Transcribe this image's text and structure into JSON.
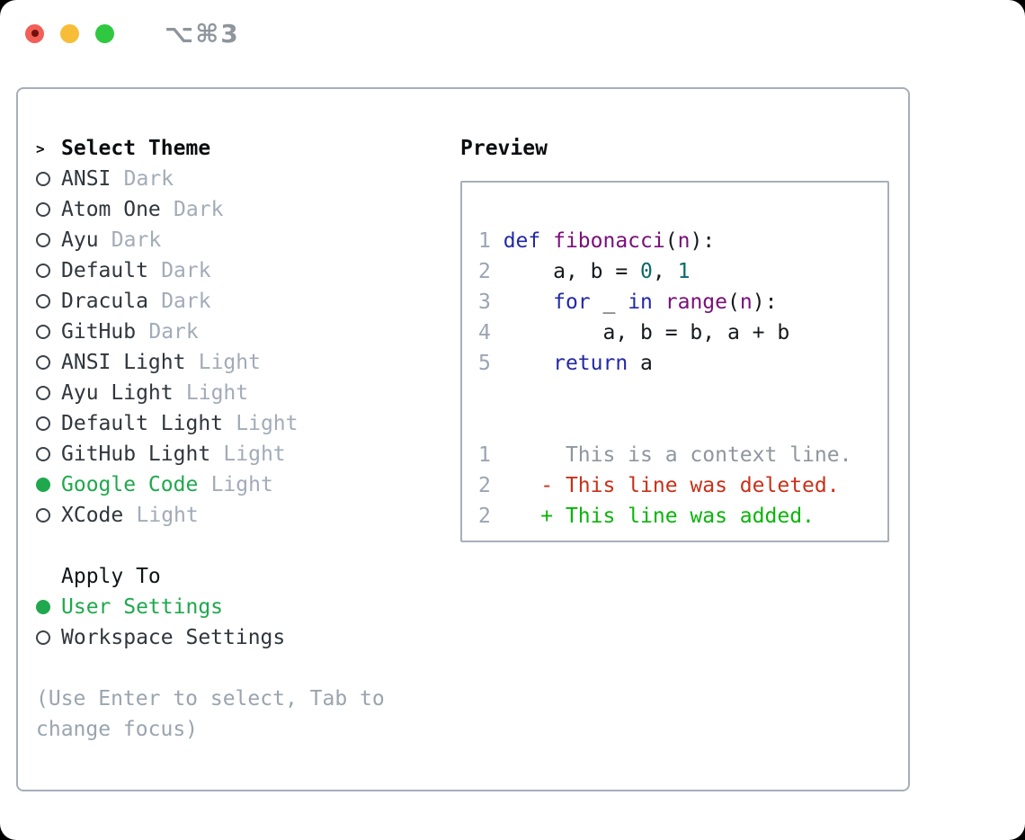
{
  "window": {
    "shortcut": "⌥⌘3"
  },
  "colors": {
    "selection_green": "#1fa84d",
    "diff_added_green": "#09b509",
    "diff_deleted_red": "#c93018",
    "keyword_blue": "#2229a6",
    "type_purple": "#7a0e7a",
    "literal_teal": "#0a6a6a",
    "muted_gray": "#9aa4af",
    "panel_border_gray": "#a7afba",
    "traffic_red": "#f25f57",
    "traffic_yellow": "#f8bd38",
    "traffic_green": "#2fc840"
  },
  "theme_picker": {
    "cursor": ">",
    "title": "Select Theme",
    "items": [
      {
        "label": "ANSI",
        "variant": "Dark",
        "selected": false
      },
      {
        "label": "Atom One",
        "variant": "Dark",
        "selected": false
      },
      {
        "label": "Ayu",
        "variant": "Dark",
        "selected": false
      },
      {
        "label": "Default",
        "variant": "Dark",
        "selected": false
      },
      {
        "label": "Dracula",
        "variant": "Dark",
        "selected": false
      },
      {
        "label": "GitHub",
        "variant": "Dark",
        "selected": false
      },
      {
        "label": "ANSI Light",
        "variant": "Light",
        "selected": false
      },
      {
        "label": "Ayu Light",
        "variant": "Light",
        "selected": false
      },
      {
        "label": "Default Light",
        "variant": "Light",
        "selected": false
      },
      {
        "label": "GitHub Light",
        "variant": "Light",
        "selected": false
      },
      {
        "label": "Google Code",
        "variant": "Light",
        "selected": true
      },
      {
        "label": "XCode",
        "variant": "Light",
        "selected": false
      }
    ],
    "apply_to": {
      "title": "Apply To",
      "options": [
        {
          "label": "User Settings",
          "selected": true
        },
        {
          "label": "Workspace Settings",
          "selected": false
        }
      ]
    },
    "hint": "(Use Enter to select, Tab to change focus)"
  },
  "preview": {
    "title": "Preview",
    "lines": [
      {
        "n": "1",
        "segs": [
          {
            "t": "def ",
            "c": "kwd"
          },
          {
            "t": "fibonacci",
            "c": "typ"
          },
          {
            "t": "(",
            "c": "pln"
          },
          {
            "t": "n",
            "c": "typ"
          },
          {
            "t": "):",
            "c": "pln"
          }
        ]
      },
      {
        "n": "2",
        "segs": [
          {
            "t": "    a, b = ",
            "c": "pln"
          },
          {
            "t": "0",
            "c": "lit"
          },
          {
            "t": ", ",
            "c": "pln"
          },
          {
            "t": "1",
            "c": "lit"
          }
        ]
      },
      {
        "n": "3",
        "segs": [
          {
            "t": "    ",
            "c": "pln"
          },
          {
            "t": "for",
            "c": "kwd"
          },
          {
            "t": " _ ",
            "c": "pln"
          },
          {
            "t": "in",
            "c": "kwd"
          },
          {
            "t": " ",
            "c": "pln"
          },
          {
            "t": "range",
            "c": "typ"
          },
          {
            "t": "(",
            "c": "pln"
          },
          {
            "t": "n",
            "c": "typ"
          },
          {
            "t": "):",
            "c": "pln"
          }
        ]
      },
      {
        "n": "4",
        "segs": [
          {
            "t": "        a, b = b, a + b",
            "c": "pln"
          }
        ]
      },
      {
        "n": "5",
        "segs": [
          {
            "t": "    ",
            "c": "pln"
          },
          {
            "t": "return",
            "c": "kwd"
          },
          {
            "t": " a",
            "c": "pln"
          }
        ]
      },
      {
        "n": "",
        "segs": []
      },
      {
        "n": "",
        "segs": []
      },
      {
        "n": "1",
        "segs": [
          {
            "t": "     This is a context line.",
            "c": "ctx"
          }
        ]
      },
      {
        "n": "2",
        "segs": [
          {
            "t": "   ",
            "c": "pln"
          },
          {
            "t": "- This line was deleted.",
            "c": "del"
          }
        ]
      },
      {
        "n": "2",
        "segs": [
          {
            "t": "   ",
            "c": "pln"
          },
          {
            "t": "+ This line was added.",
            "c": "add"
          }
        ]
      }
    ]
  }
}
